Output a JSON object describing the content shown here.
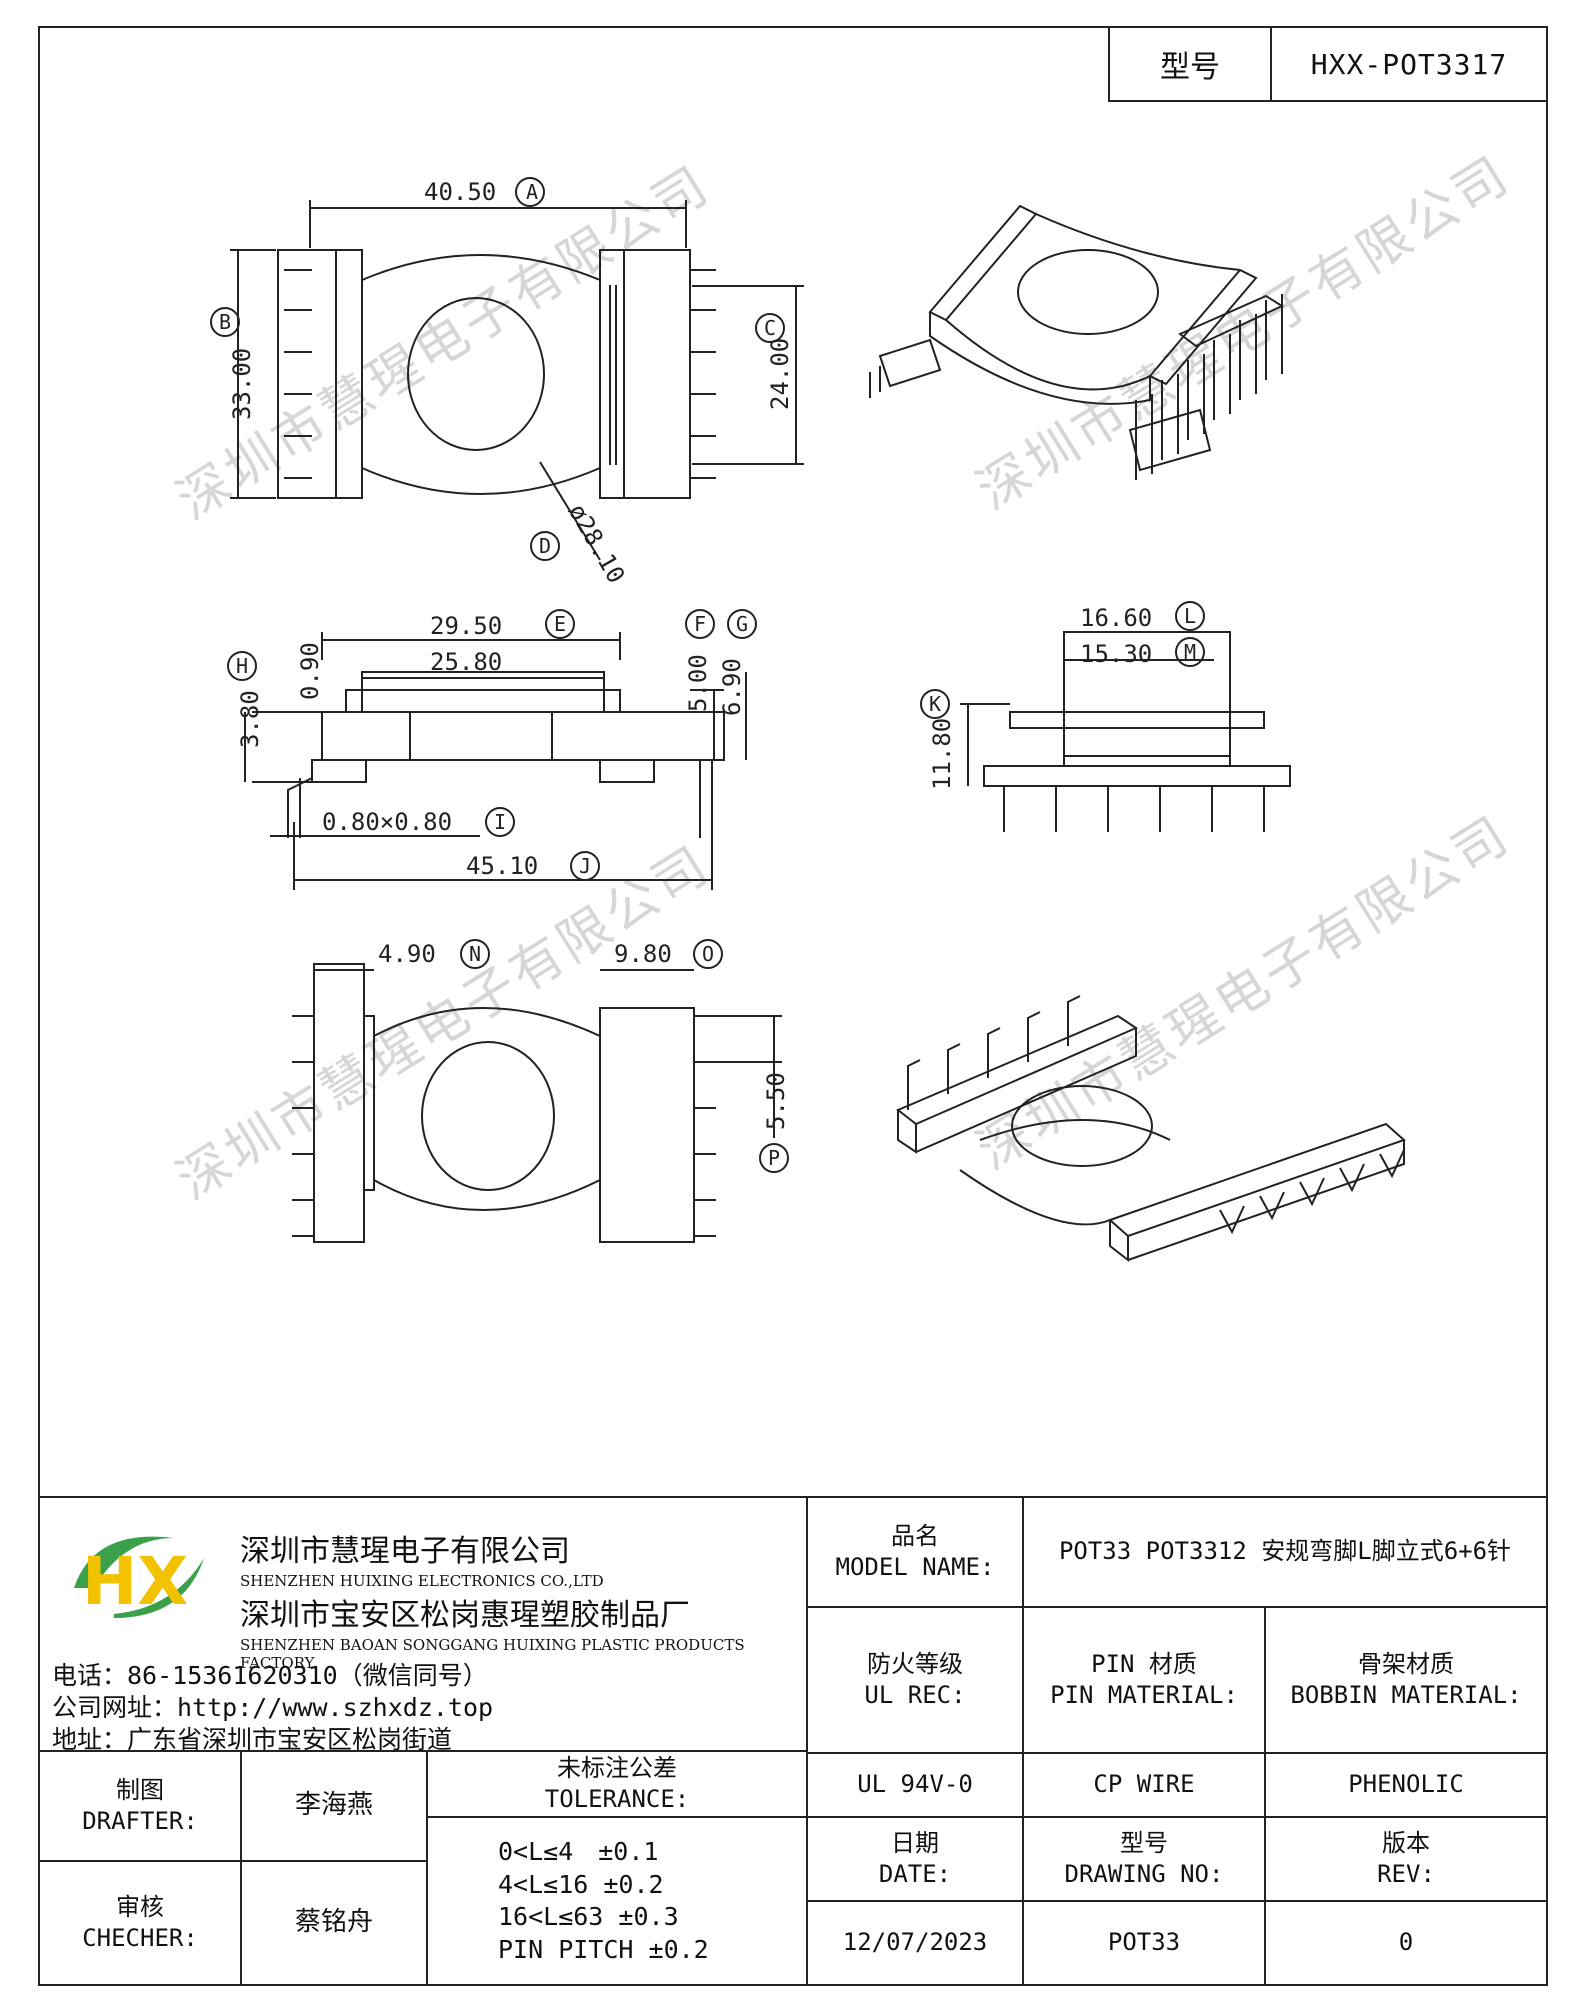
{
  "header": {
    "model_label": "型号",
    "model_value": "HXX-POT3317"
  },
  "watermark": "深圳市慧瑆电子有限公司",
  "drawing": {
    "top_view": {
      "A": "40.50",
      "B": "33.00",
      "C": "24.00",
      "D": "ø28.10"
    },
    "front_view": {
      "E": "29.50",
      "inner": "25.80",
      "thick": "0.90",
      "F": "5.00",
      "G": "6.90",
      "H": "3.80",
      "I": "0.80×0.80",
      "J": "45.10"
    },
    "side_view": {
      "L": "16.60",
      "M": "15.30",
      "K": "11.80"
    },
    "bottom_view": {
      "N": "4.90",
      "O": "9.80",
      "P": "5.50"
    },
    "labels": {
      "A": "A",
      "B": "B",
      "C": "C",
      "D": "D",
      "E": "E",
      "F": "F",
      "G": "G",
      "H": "H",
      "I": "I",
      "J": "J",
      "K": "K",
      "L": "L",
      "M": "M",
      "N": "N",
      "O": "O",
      "P": "P"
    }
  },
  "company": {
    "logo_text": "HX",
    "name_cn": "深圳市慧瑆电子有限公司",
    "name_en": "SHENZHEN HUIXING ELECTRONICS CO.,LTD",
    "factory_cn": "深圳市宝安区松岗惠瑆塑胶制品厂",
    "factory_en": "SHENZHEN BAOAN SONGGANG HUIXING PLASTIC PRODUCTS FACTORY",
    "phone": "电话：86-15361620310（微信同号）",
    "website": "公司网址：http://www.szhxdz.top",
    "address": "地址：广东省深圳市宝安区松岗街道"
  },
  "title_block": {
    "model_name_cn": "品名",
    "model_name_en": "MODEL NAME:",
    "model_name_value": "POT33 POT3312 安规弯脚L脚立式6+6针",
    "ul_cn": "防火等级",
    "ul_en": "UL REC:",
    "ul_value": "UL 94V-0",
    "pin_cn": "PIN 材质",
    "pin_en": "PIN MATERIAL:",
    "pin_value": "CP WIRE",
    "bobbin_cn": "骨架材质",
    "bobbin_en": "BOBBIN MATERIAL:",
    "bobbin_value": "PHENOLIC",
    "drafter_cn": "制图",
    "drafter_en": "DRAFTER:",
    "drafter_value": "李海燕",
    "checker_cn": "审核",
    "checker_en": "CHECHER:",
    "checker_value": "蔡铭舟",
    "tolerance_cn": "未标注公差",
    "tolerance_en": "TOLERANCE:",
    "tolerance_lines": [
      "0<L≤4　±0.1",
      "4<L≤16 ±0.2",
      "16<L≤63 ±0.3",
      "PIN PITCH ±0.2"
    ],
    "date_cn": "日期",
    "date_en": "DATE:",
    "date_value": "12/07/2023",
    "drawing_no_cn": "型号",
    "drawing_no_en": "DRAWING NO:",
    "drawing_no_value": "POT33",
    "rev_cn": "版本",
    "rev_en": "REV:",
    "rev_value": "0"
  }
}
